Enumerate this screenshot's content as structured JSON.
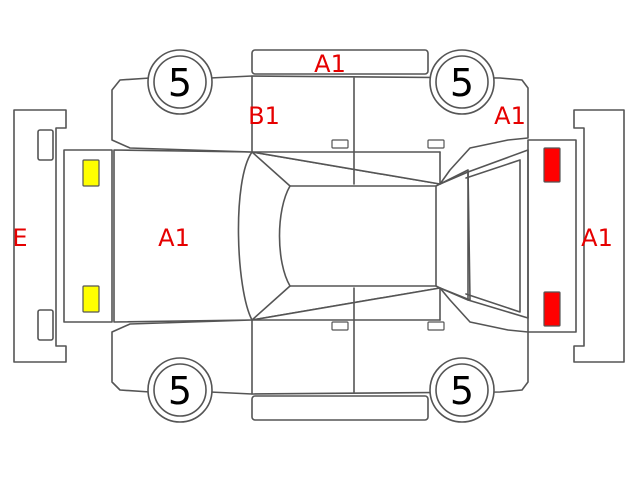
{
  "colors": {
    "outline": "#555555",
    "damage_code": "#e60000",
    "front_lamp_fill": "#ffff00",
    "rear_lamp_fill": "#ff0000",
    "wheel_number": "#000000"
  },
  "wheels": {
    "front_left": "5",
    "rear_left": "5",
    "front_right": "5",
    "rear_right": "5"
  },
  "codes": {
    "top_panel": "A1",
    "pillar": "B1",
    "rear_quarter": "A1",
    "front_bumper": "E",
    "hood": "A1",
    "rear_bumper": "A1"
  }
}
